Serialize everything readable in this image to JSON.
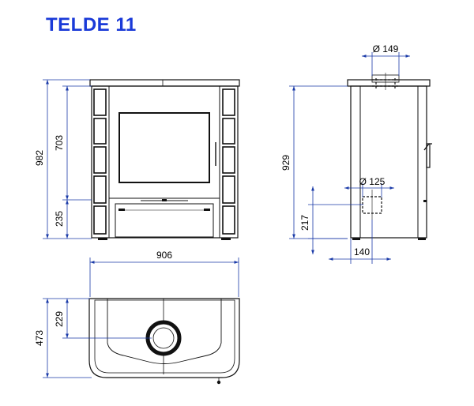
{
  "title": "TELDE 11",
  "colors": {
    "title": "#1a3ad8",
    "dimension_line": "#1a3aa8",
    "outline": "#111111"
  },
  "front_view": {
    "height_total": "982",
    "height_door": "703",
    "height_base": "235"
  },
  "side_view": {
    "flue_top": "Ø 149",
    "height_flue_top": "929",
    "flue_rear": "Ø 125",
    "height_flue_rear": "217",
    "depth_flue_rear": "140"
  },
  "top_view": {
    "width": "906",
    "depth": "473",
    "depth_flue": "229"
  }
}
